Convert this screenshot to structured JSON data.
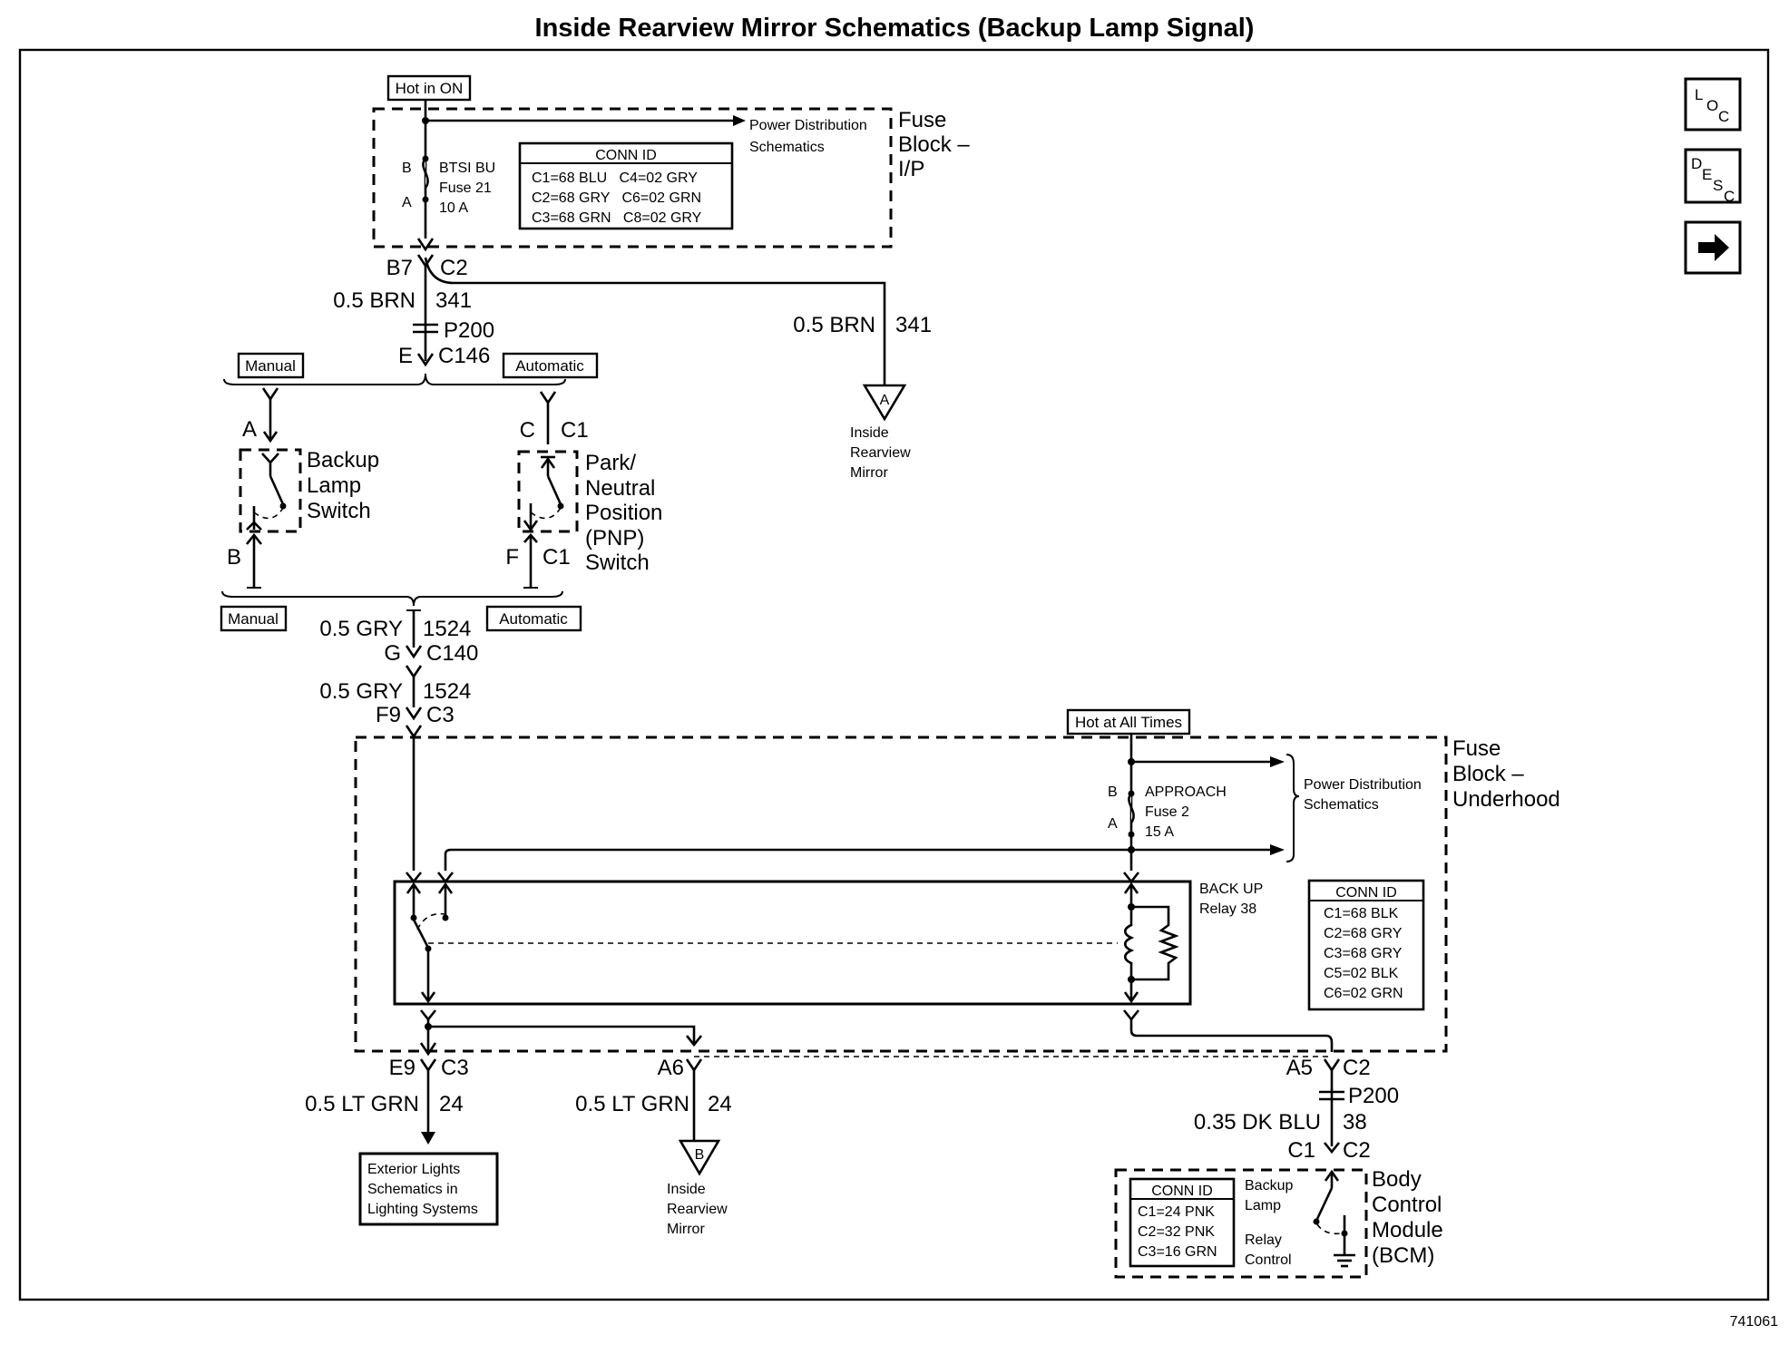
{
  "title": "Inside Rearview Mirror Schematics (Backup Lamp Signal)",
  "figure_number": "741061",
  "nav": {
    "loc": "LOC",
    "desc": "DESC",
    "next_icon": "arrow-right-icon"
  },
  "top": {
    "hot_label": "Hot in ON",
    "fuse_block_name_l1": "Fuse",
    "fuse_block_name_l2": "Block –",
    "fuse_block_name_l3": "I/P",
    "power_dist_l1": "Power Distribution",
    "power_dist_l2": "Schematics",
    "fuse_term_b": "B",
    "fuse_term_a": "A",
    "fuse_name_l1": "BTSI BU",
    "fuse_name_l2": "Fuse 21",
    "fuse_name_l3": "10 A",
    "conn_id_title": "CONN ID",
    "conn_id_rows": [
      "C1=68 BLU   C4=02 GRY",
      "C2=68 GRY   C6=02 GRN",
      "C3=68 GRN   C8=02 GRY"
    ],
    "pin_b7": "B7",
    "conn_c2": "C2",
    "wire_size_left": "0.5 BRN",
    "circuit_left": "341",
    "wire_size_right": "0.5 BRN",
    "circuit_right": "341",
    "splice_p200": "P200",
    "pin_e": "E",
    "conn_c146": "C146",
    "offpage_a": "A",
    "offpage_a_l1": "Inside",
    "offpage_a_l2": "Rearview",
    "offpage_a_l3": "Mirror"
  },
  "switches": {
    "manual_top": "Manual",
    "automatic_top": "Automatic",
    "pin_a": "A",
    "backup_l1": "Backup",
    "backup_l2": "Lamp",
    "backup_l3": "Switch",
    "pin_b": "B",
    "pin_c": "C",
    "conn_c1_top": "C1",
    "pnp_l1": "Park/",
    "pnp_l2": "Neutral",
    "pnp_l3": "Position",
    "pnp_l4": "(PNP)",
    "pnp_l5": "Switch",
    "pin_f": "F",
    "conn_c1_bot": "C1",
    "manual_bot": "Manual",
    "automatic_bot": "Automatic",
    "wire_gry_1": "0.5 GRY",
    "circuit_1524_1": "1524",
    "pin_g": "G",
    "conn_c140": "C140",
    "wire_gry_2": "0.5 GRY",
    "circuit_1524_2": "1524",
    "pin_f9": "F9",
    "conn_c3": "C3"
  },
  "underhood": {
    "hot_label": "Hot at All Times",
    "fuse_block_l1": "Fuse",
    "fuse_block_l2": "Block –",
    "fuse_block_l3": "Underhood",
    "fuse_term_b": "B",
    "fuse_term_a": "A",
    "fuse_name_l1": "APPROACH",
    "fuse_name_l2": "Fuse 2",
    "fuse_name_l3": "15 A",
    "power_dist_l1": "Power Distribution",
    "power_dist_l2": "Schematics",
    "relay_l1": "BACK UP",
    "relay_l2": "Relay 38",
    "conn_id_title": "CONN ID",
    "conn_id_rows": [
      "C1=68 BLK",
      "C2=68 GRY",
      "C3=68 GRY",
      "C5=02 BLK",
      "C6=02 GRN"
    ]
  },
  "bottom": {
    "pin_e9": "E9",
    "conn_c3": "C3",
    "wire_lt_grn_1": "0.5 LT GRN",
    "circuit_24_1": "24",
    "ext_l1": "Exterior Lights",
    "ext_l2": "Schematics in",
    "ext_l3": "Lighting Systems",
    "pin_a6": "A6",
    "wire_lt_grn_2": "0.5 LT GRN",
    "circuit_24_2": "24",
    "offpage_b": "B",
    "offpage_b_l1": "Inside",
    "offpage_b_l2": "Rearview",
    "offpage_b_l3": "Mirror",
    "pin_a5": "A5",
    "conn_c2": "C2",
    "splice_p200": "P200",
    "wire_dk_blu": "0.35 DK BLU",
    "circuit_38": "38",
    "conn_c1": "C1",
    "conn_c2b": "C2",
    "bcm_conn_title": "CONN ID",
    "bcm_conn_rows": [
      "C1=24 PNK",
      "C2=32 PNK",
      "C3=16 GRN"
    ],
    "bcm_backup_l1": "Backup",
    "bcm_backup_l2": "Lamp",
    "bcm_relay_l1": "Relay",
    "bcm_relay_l2": "Control",
    "bcm_l1": "Body",
    "bcm_l2": "Control",
    "bcm_l3": "Module",
    "bcm_l4": "(BCM)"
  }
}
